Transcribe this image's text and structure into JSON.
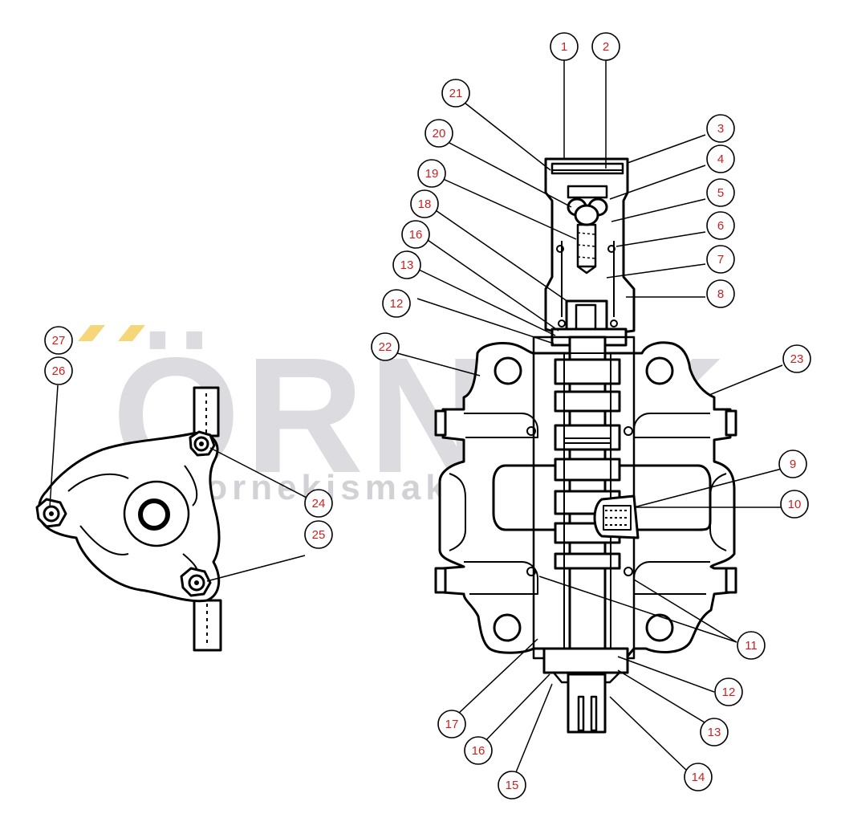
{
  "watermark": {
    "brand": "ÖRNEK",
    "website": "www.ornekismakinalari.com.tr",
    "brand_color": "#dcdbdf",
    "accent_color": "#f5d77a"
  },
  "colors": {
    "line": "#000000",
    "callout_number": "#cc2020",
    "background": "#ffffff"
  },
  "callouts": [
    {
      "id": "1",
      "label": "1"
    },
    {
      "id": "2",
      "label": "2"
    },
    {
      "id": "3",
      "label": "3"
    },
    {
      "id": "4",
      "label": "4"
    },
    {
      "id": "5",
      "label": "5"
    },
    {
      "id": "6",
      "label": "6"
    },
    {
      "id": "7",
      "label": "7"
    },
    {
      "id": "8",
      "label": "8"
    },
    {
      "id": "9",
      "label": "9"
    },
    {
      "id": "10",
      "label": "10"
    },
    {
      "id": "11",
      "label": "11"
    },
    {
      "id": "12a",
      "label": "12"
    },
    {
      "id": "12b",
      "label": "12"
    },
    {
      "id": "13a",
      "label": "13"
    },
    {
      "id": "13b",
      "label": "13"
    },
    {
      "id": "14",
      "label": "14"
    },
    {
      "id": "15",
      "label": "15"
    },
    {
      "id": "16a",
      "label": "16"
    },
    {
      "id": "16b",
      "label": "16"
    },
    {
      "id": "17",
      "label": "17"
    },
    {
      "id": "18",
      "label": "18"
    },
    {
      "id": "19",
      "label": "19"
    },
    {
      "id": "20",
      "label": "20"
    },
    {
      "id": "21",
      "label": "21"
    },
    {
      "id": "22",
      "label": "22"
    },
    {
      "id": "23",
      "label": "23"
    },
    {
      "id": "24",
      "label": "24"
    },
    {
      "id": "25",
      "label": "25"
    },
    {
      "id": "26",
      "label": "26"
    },
    {
      "id": "27",
      "label": "27"
    }
  ]
}
